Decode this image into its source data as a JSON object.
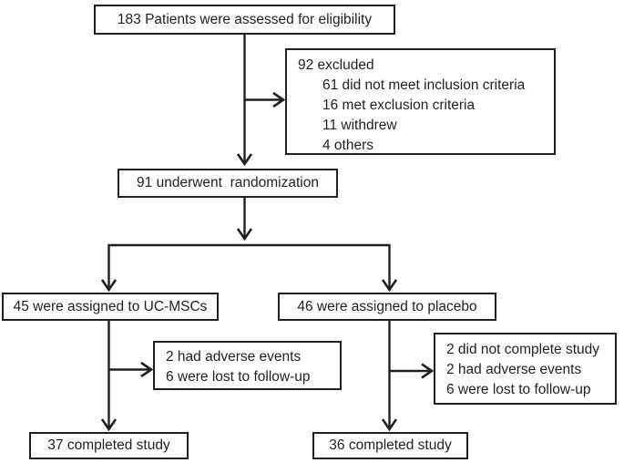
{
  "diagram": {
    "kind": "consort-patient-flow",
    "background": "#ffffff",
    "line_color": "#231f20",
    "text_color": "#231f20"
  },
  "flow": {
    "assessed": "183 Patients were assessed for eligibility",
    "excluded": {
      "header": "92 excluded",
      "reasons": [
        "61 did not meet inclusion criteria",
        "16 met exclusion criteria",
        "11 withdrew",
        "4 others"
      ]
    },
    "randomized": "91 underwent  randomization",
    "ucmsc_arm": {
      "assigned": "45 were assigned to UC-MSCs",
      "dropouts": [
        "2 had adverse events",
        "6 were lost to follow-up"
      ],
      "completed": "37 completed study"
    },
    "placebo_arm": {
      "assigned": "46 were assigned to placebo",
      "dropouts": [
        "2 did not complete study",
        "2 had adverse events",
        "6 were lost to follow-up"
      ],
      "completed": "36 completed study"
    }
  }
}
